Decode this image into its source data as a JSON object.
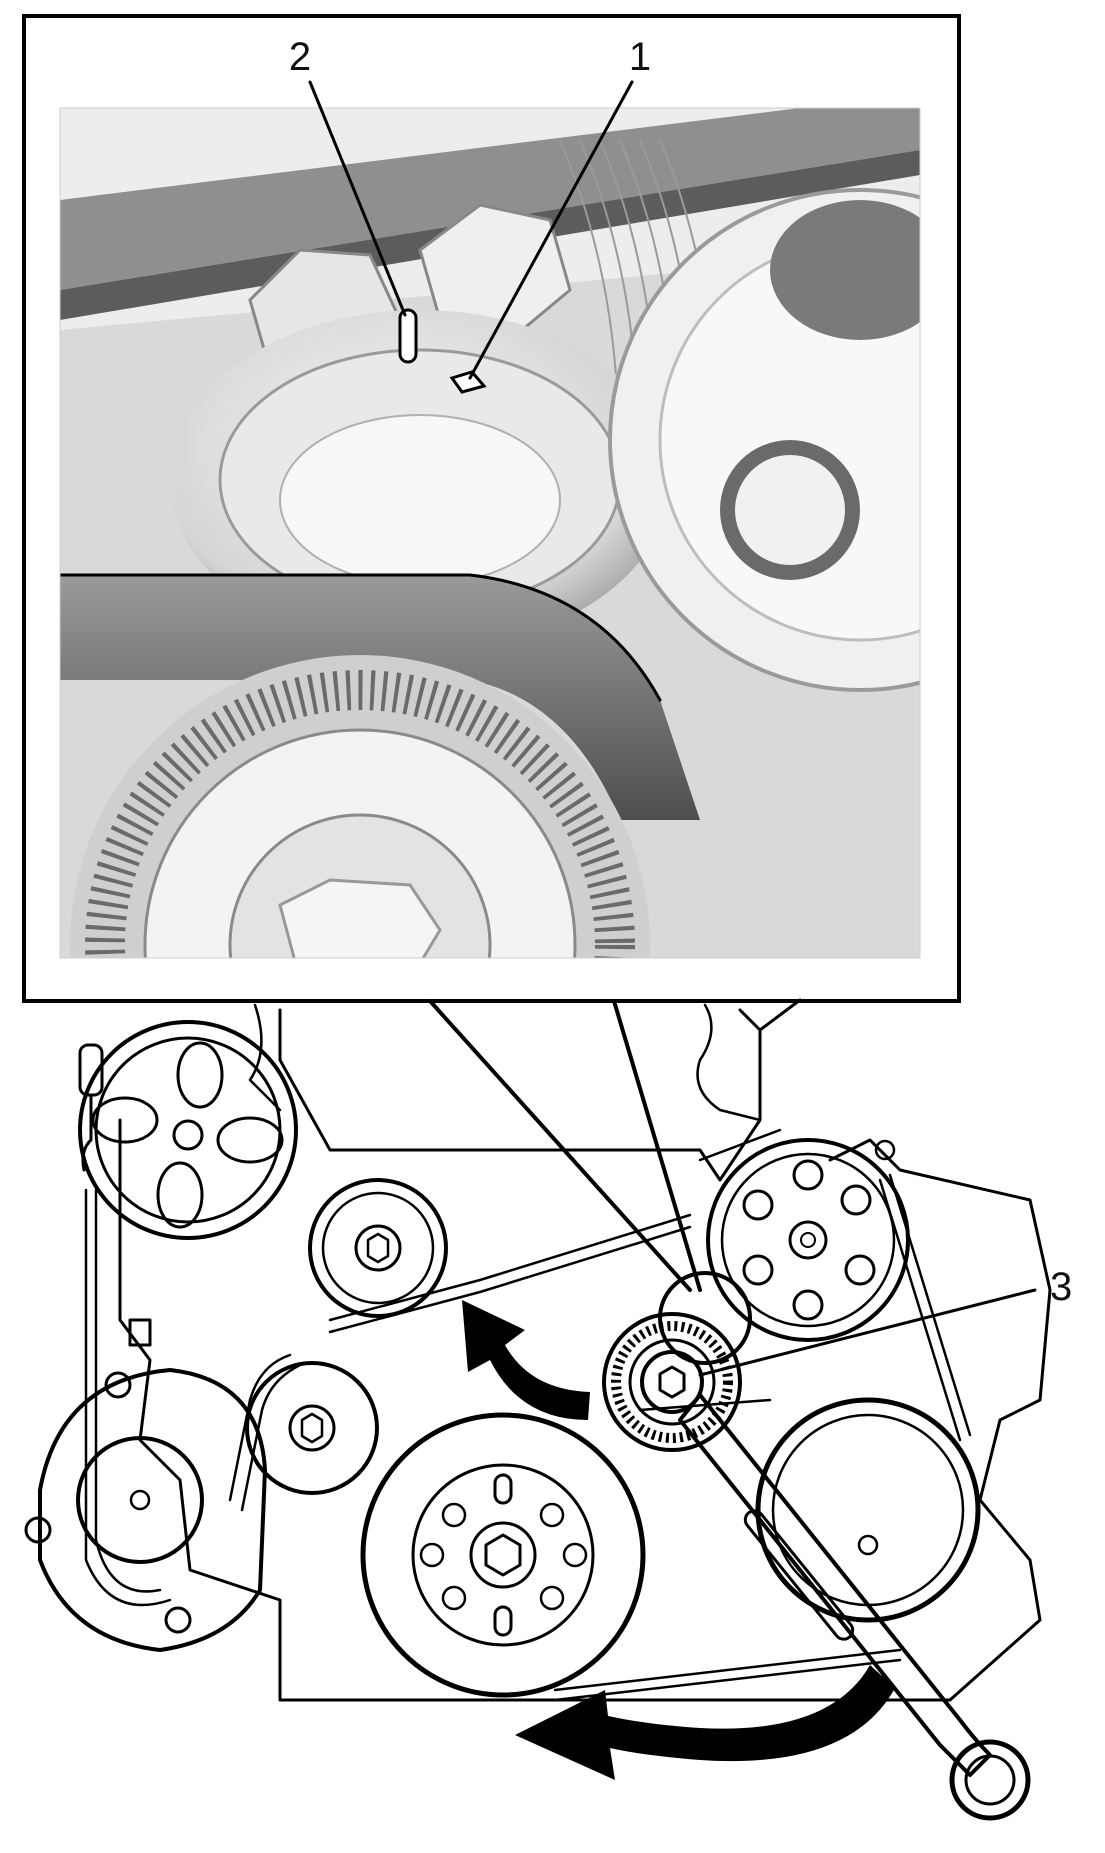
{
  "callouts": {
    "one": "1",
    "two": "2",
    "three": "3"
  },
  "colors": {
    "ink": "#000000",
    "render_light": "#e8e8e8",
    "render_mid": "#bdbdbd",
    "render_dark": "#6e6e6e",
    "paper": "#ffffff"
  }
}
